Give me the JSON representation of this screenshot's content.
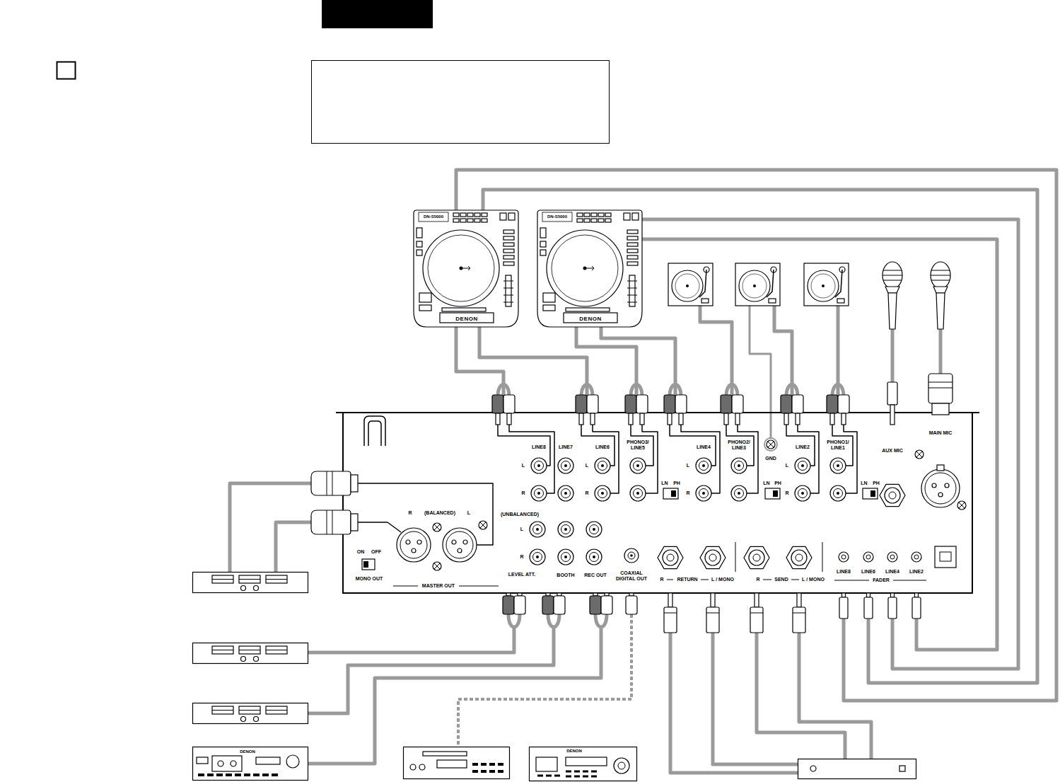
{
  "diagram": {
    "nodes": [
      {
        "text": [
          "DN-S5000",
          "DENON"
        ]
      },
      {
        "text": [
          "DN-S5000",
          "DENON"
        ]
      },
      {
        "text": [
          "LINE8",
          "LINE7",
          "LINE6",
          "PHONO3/ LINE5",
          "LINE4",
          "PHONO2/ LINE3",
          "GND",
          "LINE2",
          "PHONO1/ LINE1",
          "AUX MIC",
          "MAIN MIC",
          "L",
          "R",
          "L",
          "R",
          "L",
          "R",
          "L",
          "R",
          "LN",
          "PH",
          "LN",
          "PH",
          "LN",
          "PH",
          "R",
          "(BALANCED)",
          "L",
          "(UNBALANCED)",
          "L",
          "R",
          "ON",
          "OFF",
          "MONO OUT",
          "MASTER OUT",
          "LEVEL ATT.",
          "BOOTH",
          "REC OUT",
          "COAXIAL DIGITAL OUT",
          "R",
          "RETURN",
          "L / MONO",
          "R",
          "SEND",
          "L / MONO",
          "LINE8",
          "LINE6",
          "LINE4",
          "LINE2",
          "FADER"
        ]
      }
    ],
    "edges": [
      {
        "from": 0,
        "to": 2,
        "arrow": "none"
      },
      {
        "from": 0,
        "to": 2,
        "arrow": "none"
      },
      {
        "from": 0,
        "to": 2,
        "arrow": "none"
      },
      {
        "from": 0,
        "to": 2,
        "arrow": "none"
      },
      {
        "from": 1,
        "to": 2,
        "arrow": "none"
      },
      {
        "from": 1,
        "to": 2,
        "arrow": "none"
      },
      {
        "from": 1,
        "to": 2,
        "arrow": "none"
      },
      {
        "from": 1,
        "to": 2,
        "arrow": "none"
      }
    ],
    "labels": [
      "DENON",
      "DENON"
    ]
  }
}
